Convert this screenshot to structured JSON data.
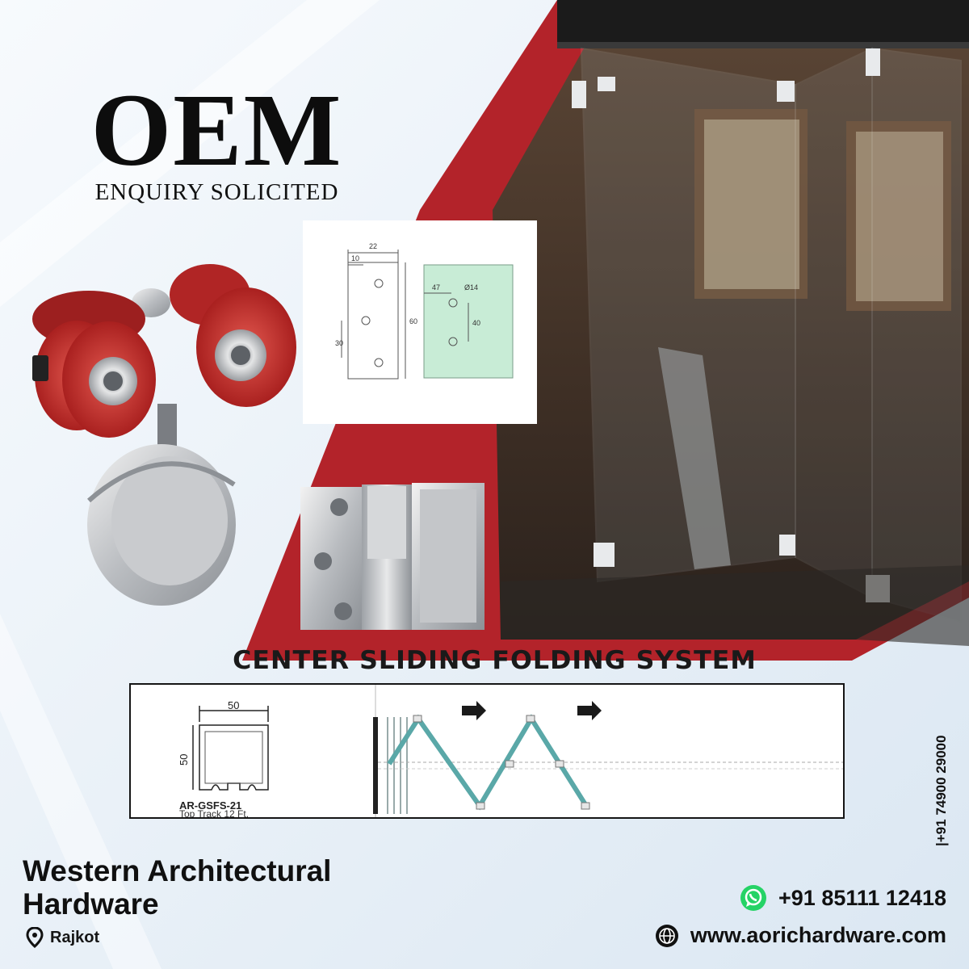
{
  "headline": {
    "title": "OEM",
    "subtitle": "ENQUIRY SOLICITED"
  },
  "system_title": "CENTER SLIDING FOLDING SYSTEM",
  "hinge_drawing": {
    "dim_22": "22",
    "dim_10": "10",
    "dim_30": "30",
    "dim_60": "60",
    "dim_47": "47",
    "dim_d14": "Ø14",
    "dim_40": "40"
  },
  "track": {
    "width_label": "50",
    "height_label": "50",
    "code": "AR-GSFS-21",
    "description": "Top Track 12 Ft."
  },
  "company": {
    "name_line1": "Western Architectural",
    "name_line2": "Hardware",
    "location": "Rajkot"
  },
  "contact": {
    "whatsapp": "+91 85111 12418",
    "website": "www.aorichardware.com",
    "vertical_phone": "|+91 74900 29000"
  },
  "colors": {
    "accent_red": "#b3232a",
    "roller_red": "#c42a2a",
    "glass_teal": "#5aa8a8",
    "drawing_green": "#c8ecd6",
    "whatsapp_green": "#25d366"
  },
  "icons": [
    "location-pin-icon",
    "whatsapp-icon",
    "globe-icon",
    "arrow-right-icon"
  ]
}
